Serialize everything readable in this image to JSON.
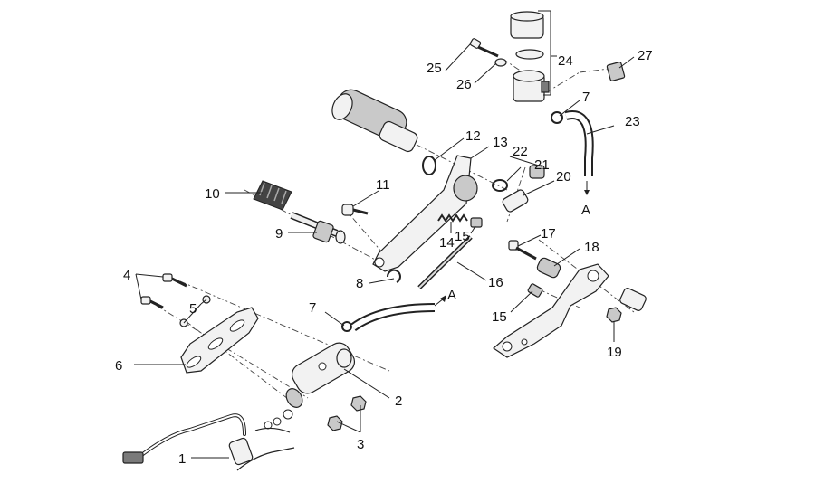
{
  "diagram": {
    "callouts": [
      {
        "id": "1",
        "text": "1"
      },
      {
        "id": "2",
        "text": "2"
      },
      {
        "id": "3",
        "text": "3"
      },
      {
        "id": "4",
        "text": "4"
      },
      {
        "id": "5",
        "text": "5"
      },
      {
        "id": "6",
        "text": "6"
      },
      {
        "id": "7a",
        "text": "7"
      },
      {
        "id": "7b",
        "text": "7"
      },
      {
        "id": "8",
        "text": "8"
      },
      {
        "id": "9",
        "text": "9"
      },
      {
        "id": "10",
        "text": "10"
      },
      {
        "id": "11",
        "text": "11"
      },
      {
        "id": "12",
        "text": "12"
      },
      {
        "id": "13",
        "text": "13"
      },
      {
        "id": "14",
        "text": "14"
      },
      {
        "id": "15a",
        "text": "15"
      },
      {
        "id": "15b",
        "text": "15"
      },
      {
        "id": "16",
        "text": "16"
      },
      {
        "id": "17",
        "text": "17"
      },
      {
        "id": "18",
        "text": "18"
      },
      {
        "id": "19",
        "text": "19"
      },
      {
        "id": "20",
        "text": "20"
      },
      {
        "id": "21",
        "text": "21"
      },
      {
        "id": "22",
        "text": "22"
      },
      {
        "id": "23",
        "text": "23"
      },
      {
        "id": "24",
        "text": "24"
      },
      {
        "id": "25",
        "text": "25"
      },
      {
        "id": "26",
        "text": "26"
      },
      {
        "id": "27",
        "text": "27"
      }
    ],
    "connection_marks": [
      {
        "id": "A1",
        "text": "A"
      },
      {
        "id": "A2",
        "text": "A"
      }
    ]
  }
}
